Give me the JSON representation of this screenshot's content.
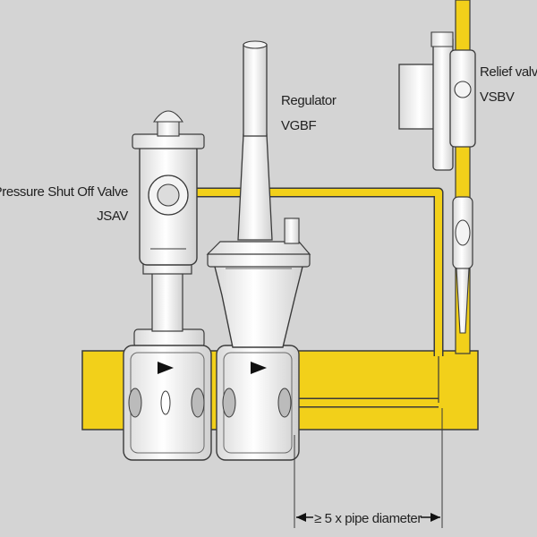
{
  "labels": {
    "regulator_name": "Regulator",
    "regulator_model": "VGBF",
    "shutoff_name": "Over Pressure Shut Off Valve",
    "shutoff_model": "JSAV",
    "relief_name": "Relief valve",
    "relief_model": "VSBV",
    "distance": "≥ 5 x pipe diameter"
  },
  "colors": {
    "background": "#d4d4d4",
    "pipe": "#f2d01a",
    "valve_body": "#efefef",
    "outline": "#3a3a3a"
  },
  "icons": [
    "flow-arrow-icon",
    "dimension-arrow-left-icon",
    "dimension-arrow-right-icon"
  ]
}
